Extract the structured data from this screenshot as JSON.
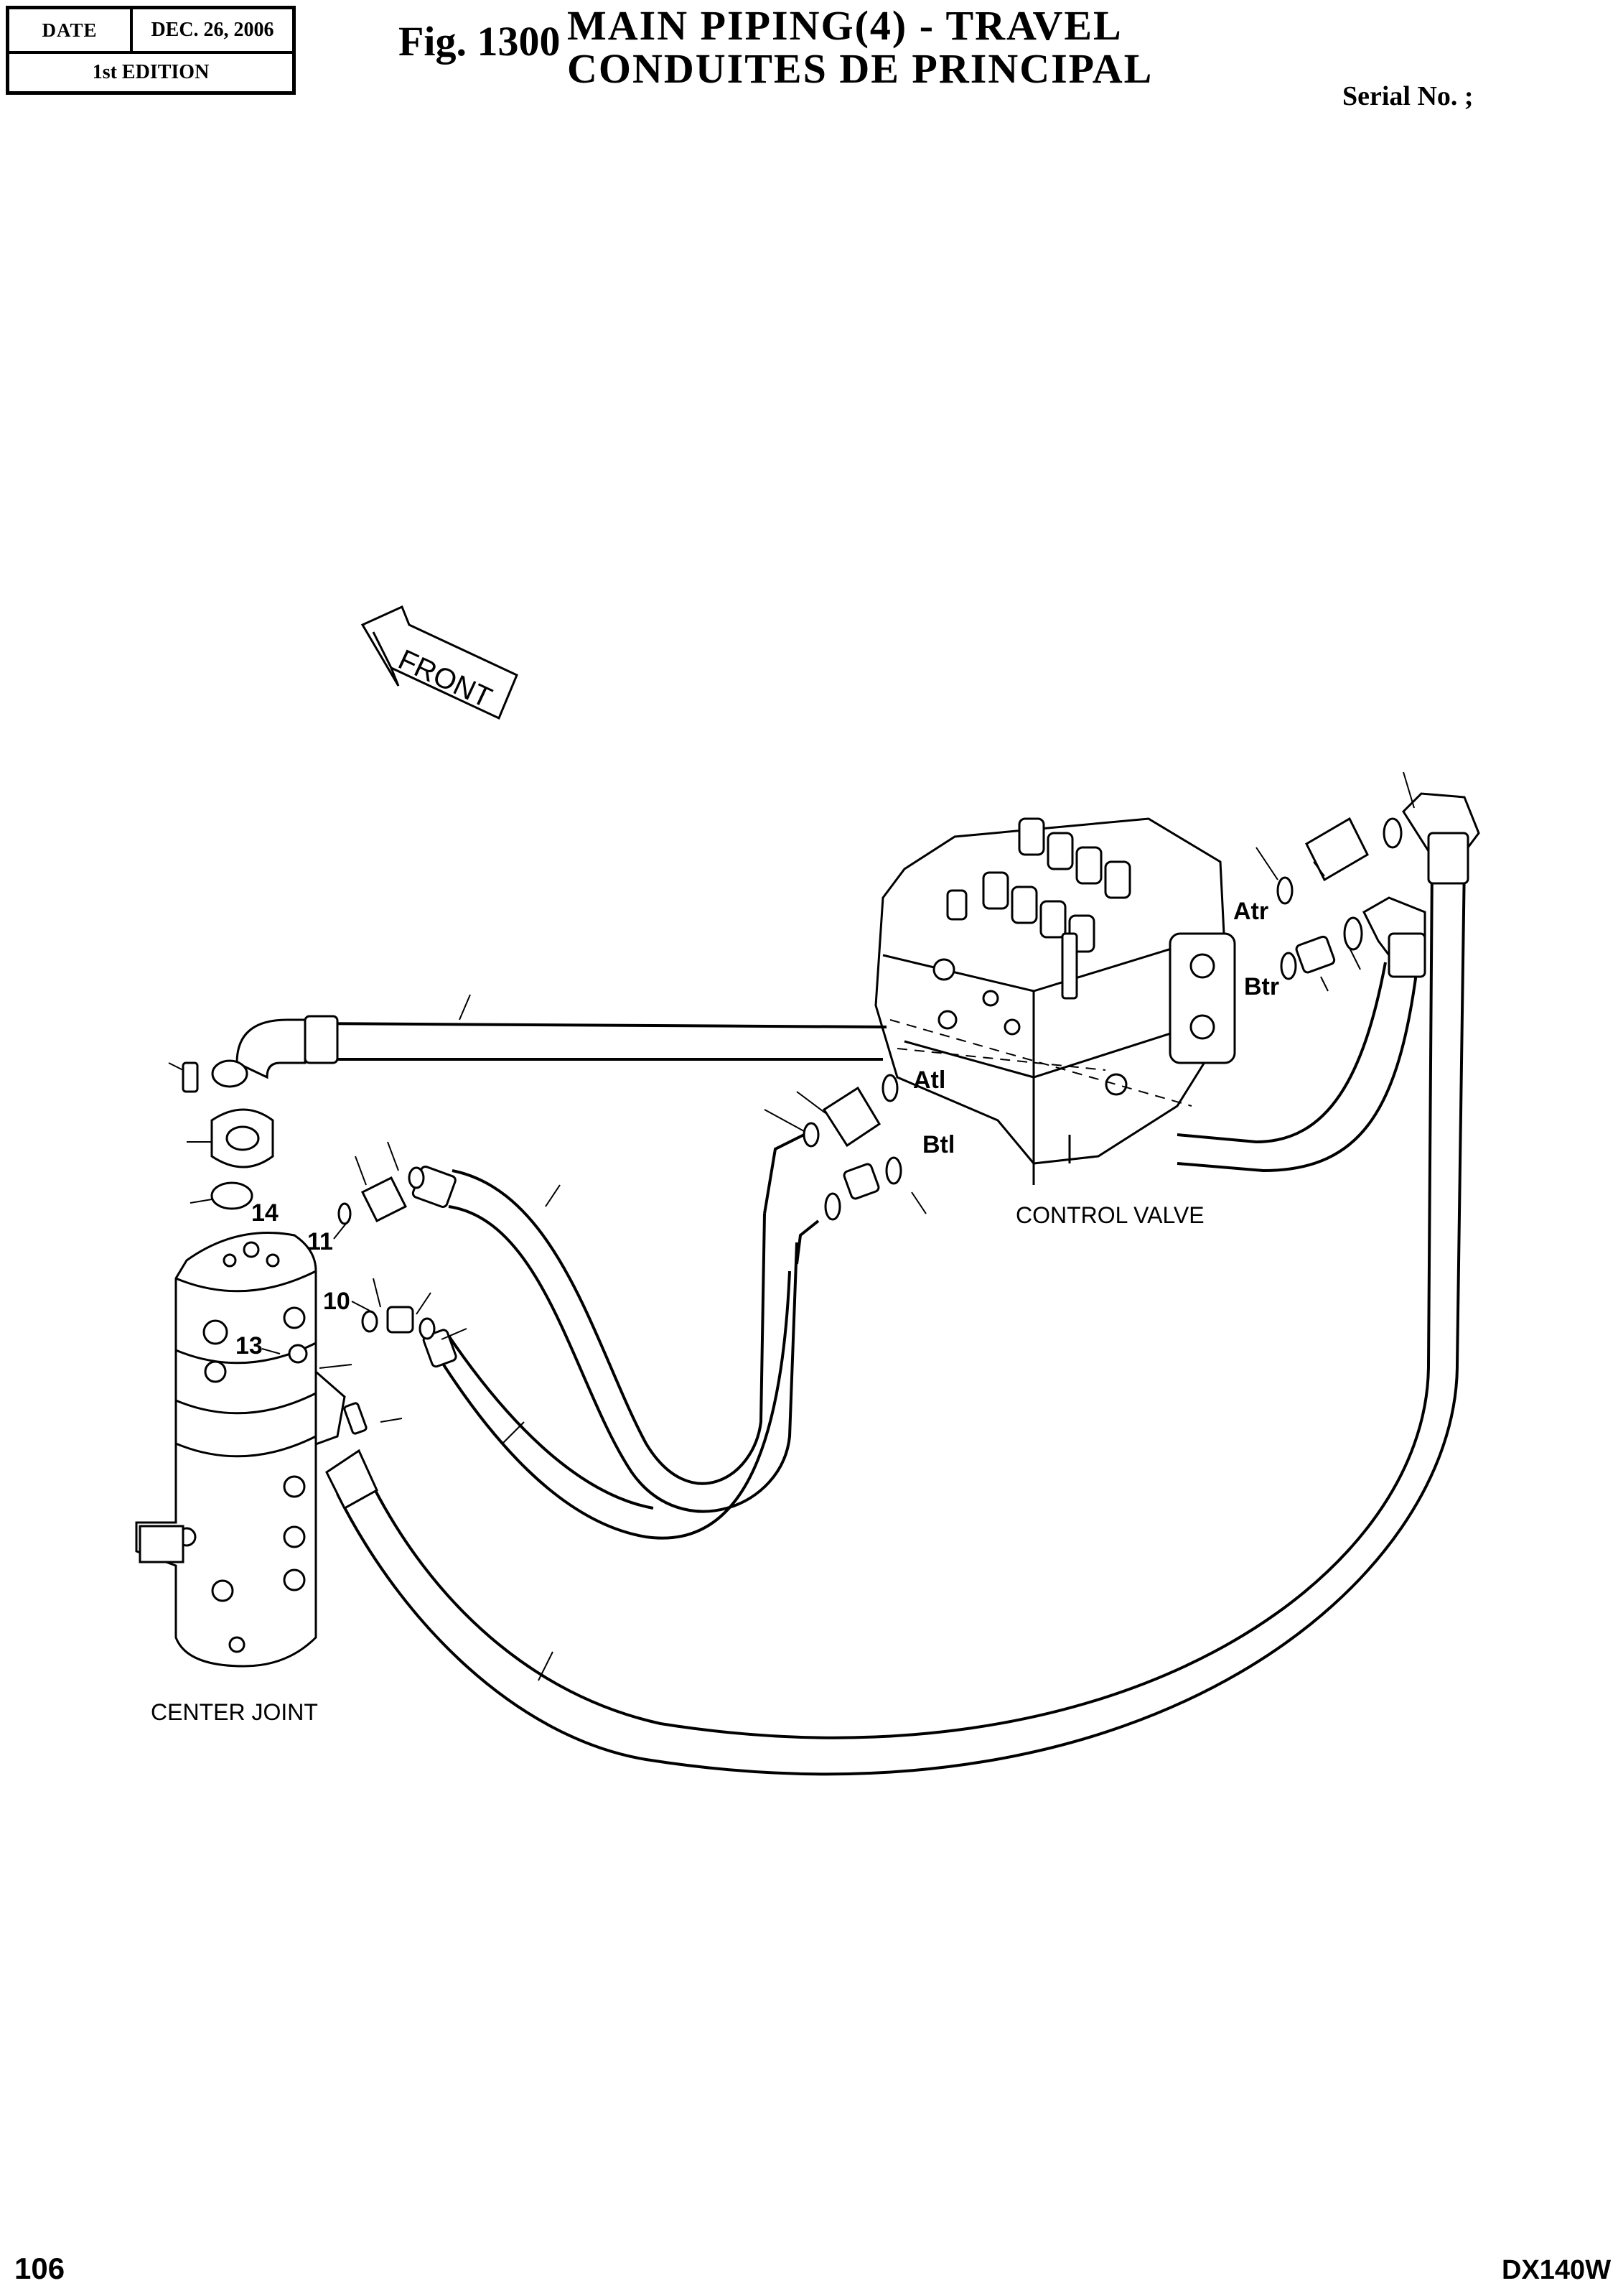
{
  "header": {
    "date_label": "DATE",
    "date_value": "DEC. 26, 2006",
    "edition": "1st EDITION"
  },
  "title": {
    "fig": "Fig. 1300",
    "line1": "MAIN  PIPING(4)  -  TRAVEL",
    "line2": "CONDUITES  DE  PRINCIPAL",
    "serial": "Serial No. ;"
  },
  "diagram": {
    "front_label": "FRONT",
    "control_valve_label": "CONTROL VALVE",
    "center_joint_label": "CENTER JOINT",
    "ports": {
      "atr": "Atr",
      "btr": "Btr",
      "atl": "Atl",
      "btl": "Btl"
    },
    "callouts": {
      "c10": "10",
      "c11": "11",
      "c13": "13",
      "c14": "14"
    }
  },
  "footer": {
    "page": "106",
    "model": "DX140W"
  }
}
